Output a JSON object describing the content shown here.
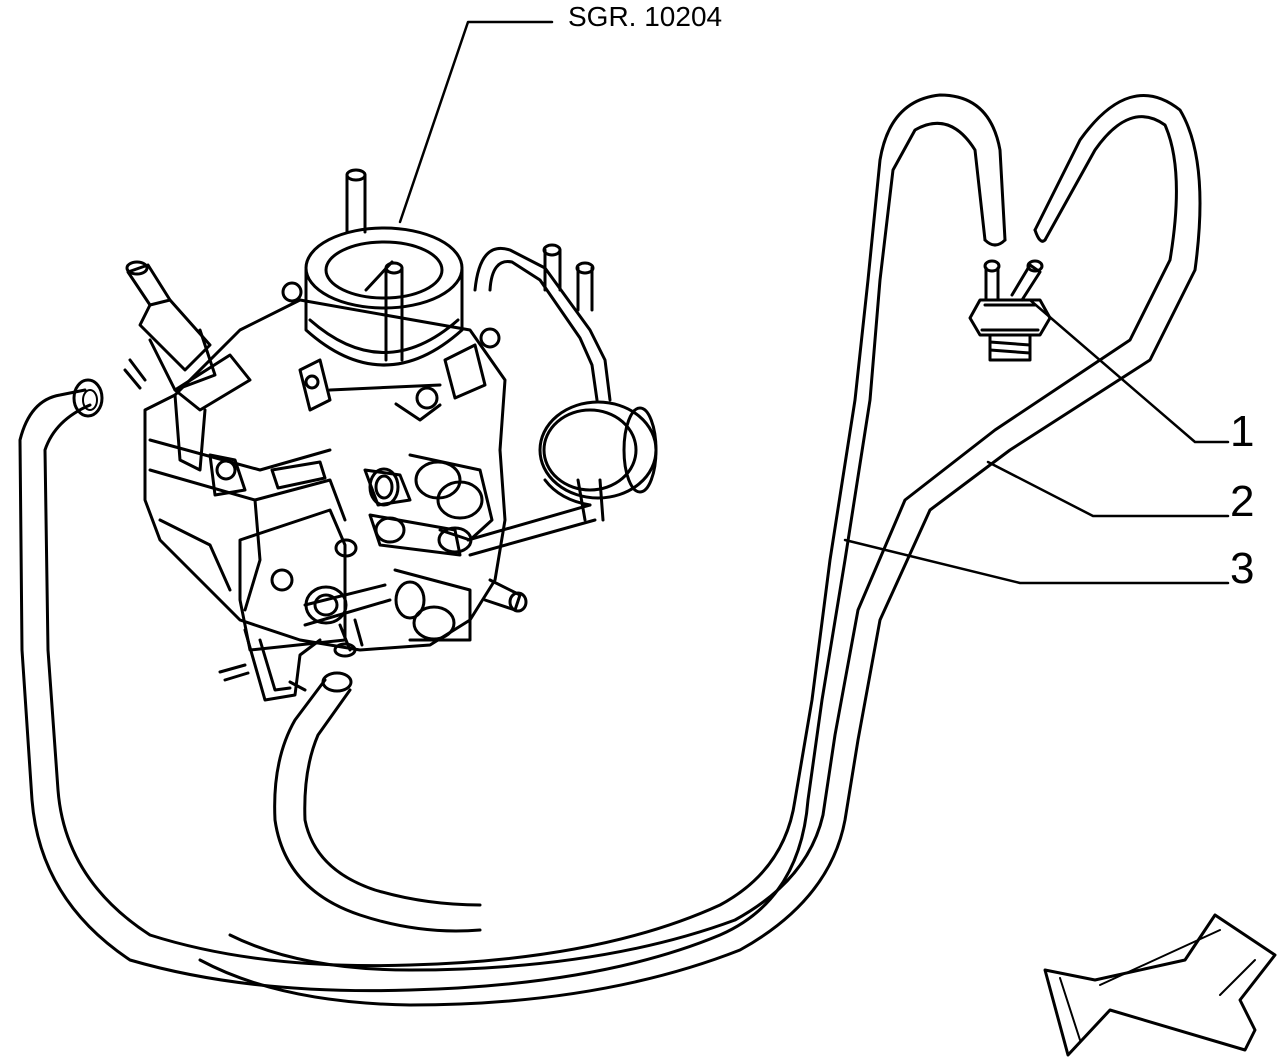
{
  "diagram": {
    "reference_label": "SGR. 10204",
    "callouts": [
      {
        "id": "1",
        "label": "1"
      },
      {
        "id": "2",
        "label": "2"
      },
      {
        "id": "3",
        "label": "3"
      }
    ],
    "parts": [
      "carburettor",
      "thermo-valve",
      "hose",
      "hose",
      "orientation-arrow"
    ],
    "line_color": "#000000",
    "background_color": "#ffffff"
  }
}
